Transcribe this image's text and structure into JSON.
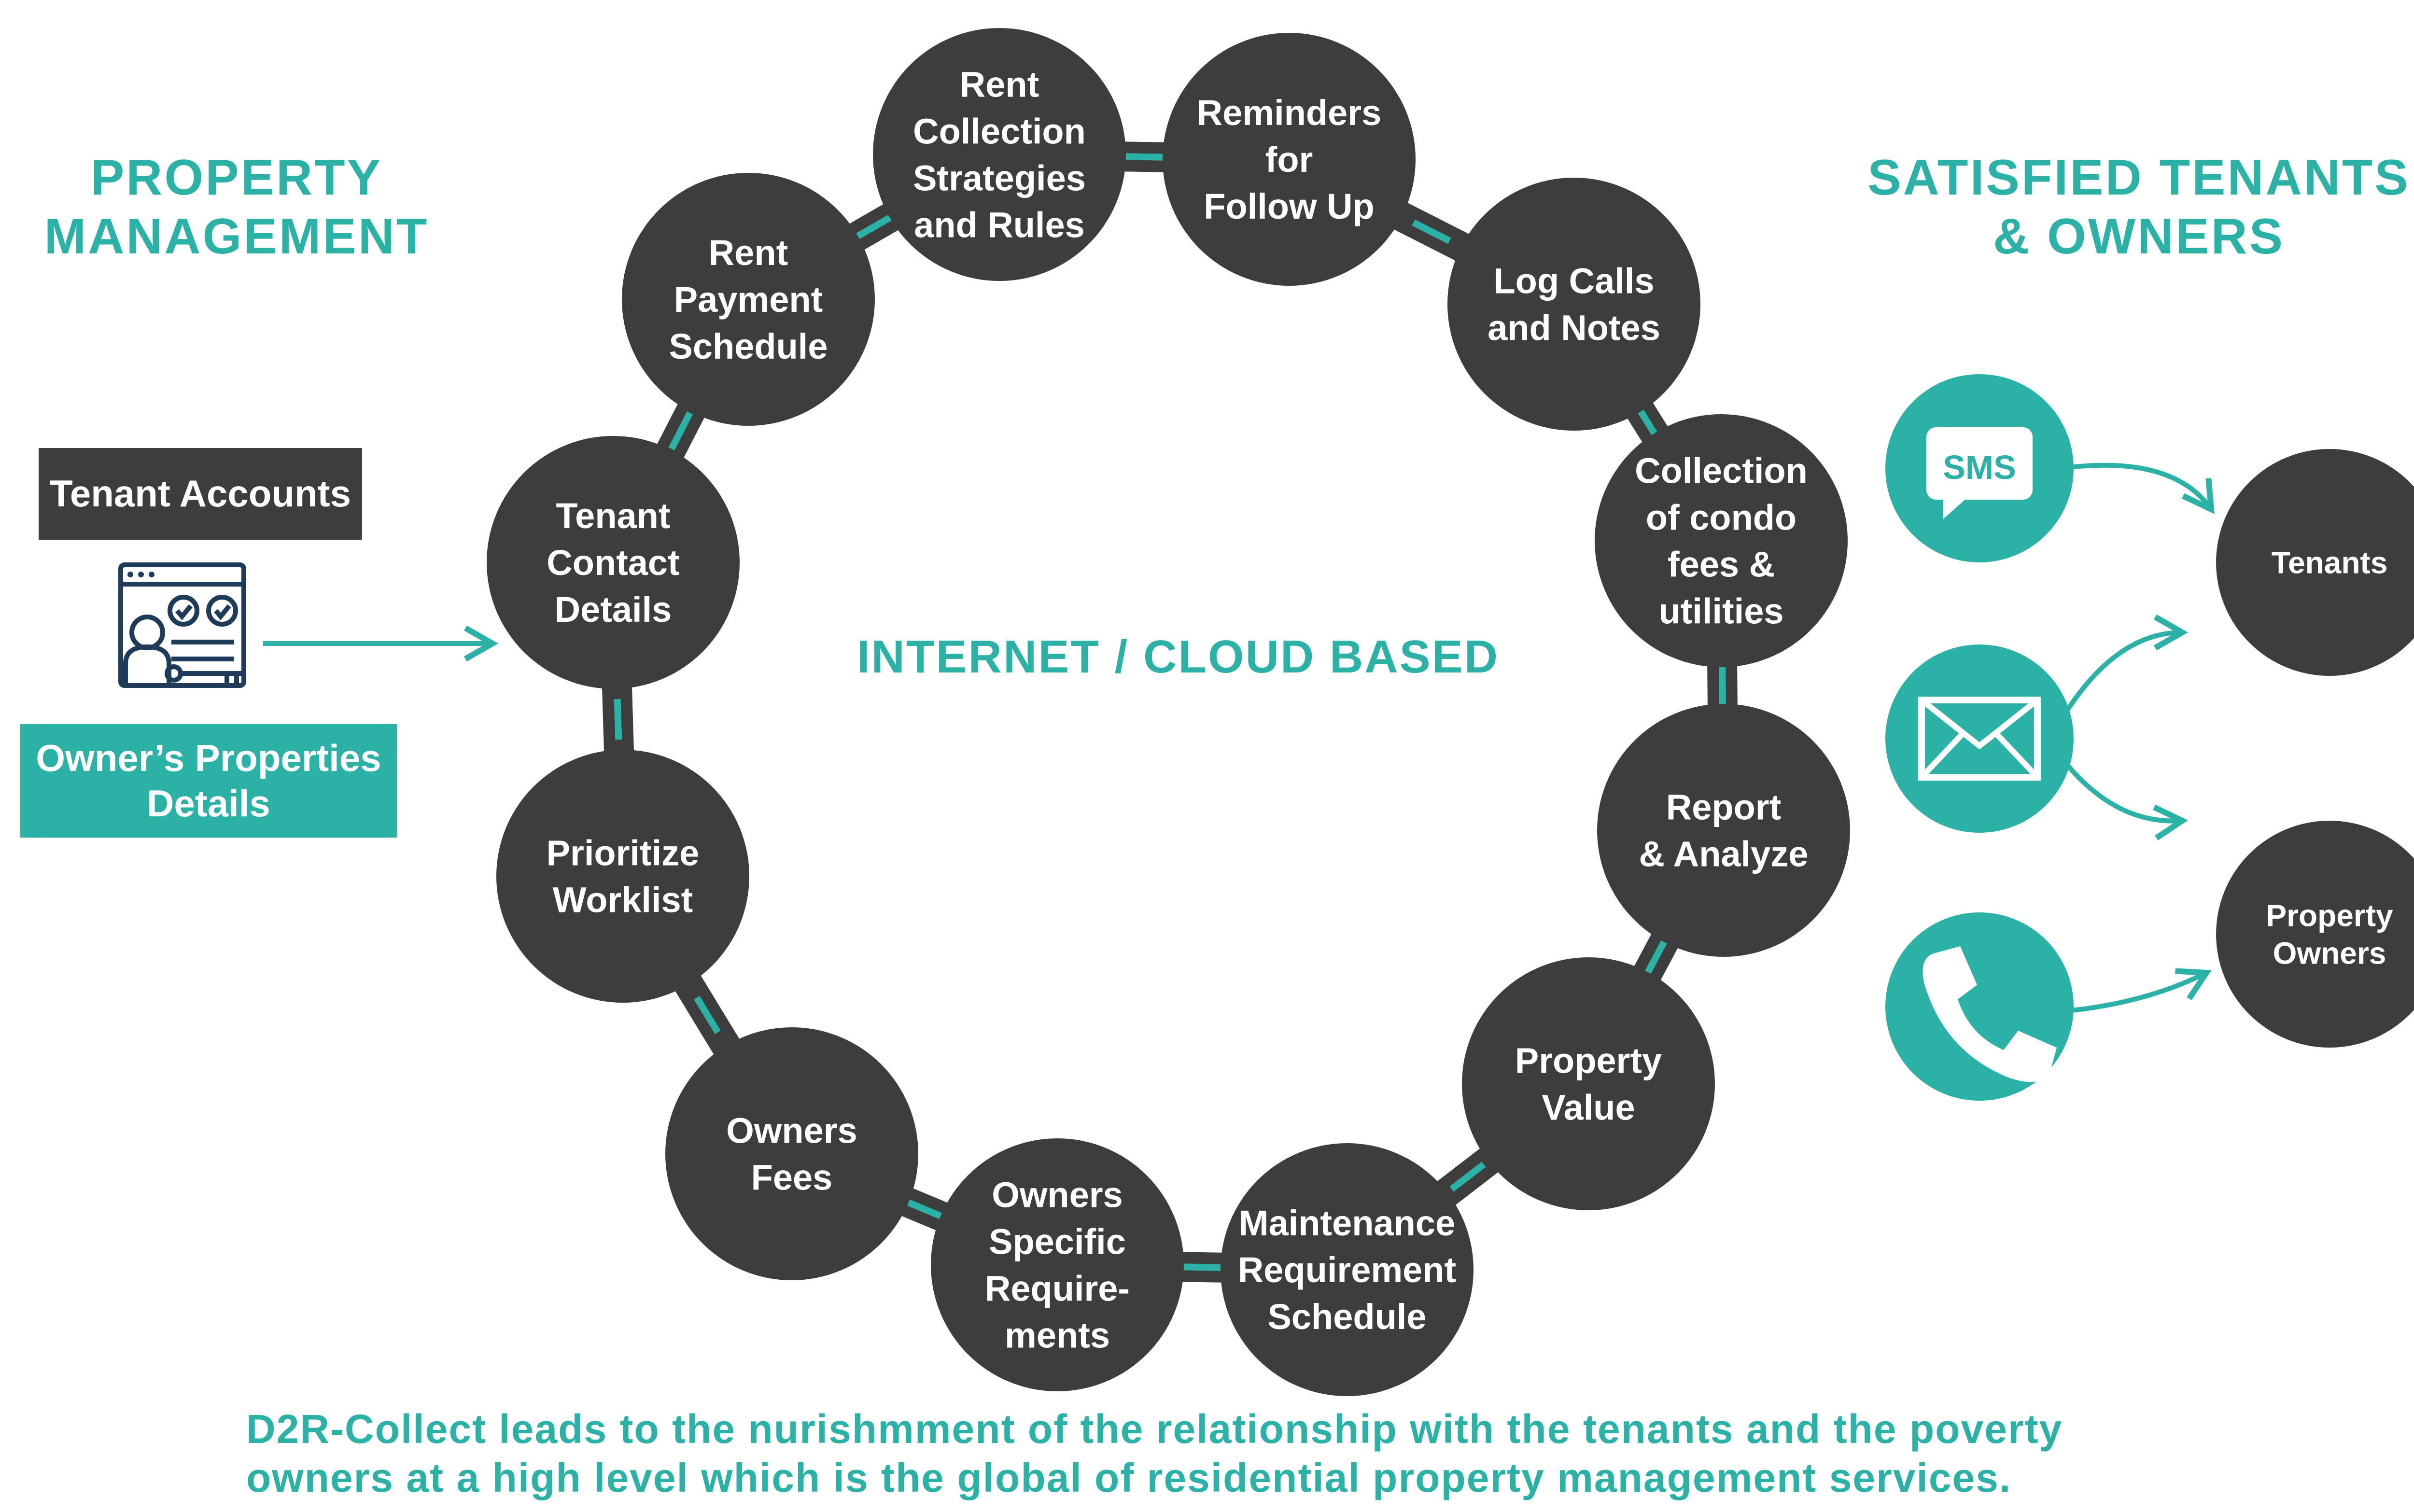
{
  "left_panel": {
    "title_lines": [
      "PROPERTY",
      "MANAGEMENT"
    ],
    "tenant_accounts": "Tenant Accounts",
    "owners_properties": [
      "Owner’s Properties",
      "Details"
    ],
    "accounts_icon": "tenant-account-key-icon"
  },
  "center_label": "INTERNET / CLOUD BASED",
  "cycle_nodes": [
    {
      "id": "rent-collection-strategies",
      "lines": [
        "Rent",
        "Collection",
        "Strategies",
        "and Rules"
      ]
    },
    {
      "id": "reminders-follow-up",
      "lines": [
        "Reminders",
        "for",
        "Follow Up"
      ]
    },
    {
      "id": "log-calls-notes",
      "lines": [
        "Log Calls",
        "and Notes"
      ]
    },
    {
      "id": "collection-condo-fees",
      "lines": [
        "Collection",
        "of condo",
        "fees &",
        "utilities"
      ]
    },
    {
      "id": "report-analyze",
      "lines": [
        "Report",
        "& Analyze"
      ]
    },
    {
      "id": "property-value",
      "lines": [
        "Property",
        "Value"
      ]
    },
    {
      "id": "maintenance-schedule",
      "lines": [
        "Maintenance",
        "Requirement",
        "Schedule"
      ]
    },
    {
      "id": "owners-specific-requirements",
      "lines": [
        "Owners",
        "Specific",
        "Require-",
        "ments"
      ]
    },
    {
      "id": "owners-fees",
      "lines": [
        "Owners",
        "Fees"
      ]
    },
    {
      "id": "prioritize-worklist",
      "lines": [
        "Prioritize",
        "Worklist"
      ]
    },
    {
      "id": "tenant-contact-details",
      "lines": [
        "Tenant",
        "Contact",
        "Details"
      ]
    },
    {
      "id": "rent-payment-schedule",
      "lines": [
        "Rent",
        "Payment",
        "Schedule"
      ]
    }
  ],
  "right_panel": {
    "title_lines": [
      "SATISFIED TENANTS",
      "& OWNERS"
    ],
    "channels": [
      {
        "icon": "sms-icon",
        "label": "SMS"
      },
      {
        "icon": "email-icon"
      },
      {
        "icon": "phone-icon"
      }
    ],
    "recipients": [
      {
        "id": "tenants",
        "lines": [
          "Tenants"
        ]
      },
      {
        "id": "property-owners",
        "lines": [
          "Property",
          "Owners"
        ]
      }
    ]
  },
  "footer_lines": [
    "D2R-Collect leads to the nurishmment of the relationship with the tenants and the poverty",
    "owners at a high level which is the global of residential property management services."
  ],
  "colors": {
    "accent": "#2bb1a6",
    "node": "#3d3d3d",
    "text_on_dark": "#ffffff"
  }
}
